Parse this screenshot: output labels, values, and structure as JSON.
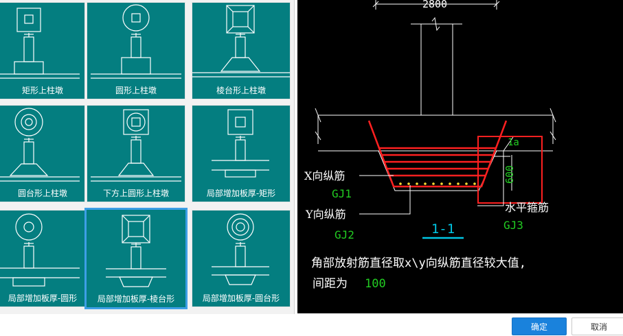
{
  "gallery": {
    "tiles": [
      {
        "label": "矩形上柱墩",
        "shape": "rect-column-cap"
      },
      {
        "label": "圆形上柱墩",
        "shape": "circle-column-cap"
      },
      {
        "label": "棱台形上柱墩",
        "shape": "frustum-column-cap"
      },
      {
        "label": "圆台形上柱墩",
        "shape": "cone-frustum-column-cap"
      },
      {
        "label": "下方上圆形上柱墩",
        "shape": "square-bottom-round-top-cap"
      },
      {
        "label": "局部增加板厚-矩形",
        "shape": "local-thickening-rect"
      },
      {
        "label": "局部增加板厚-圆形",
        "shape": "local-thickening-circle"
      },
      {
        "label": "局部增加板厚-棱台形",
        "shape": "local-thickening-frustum"
      },
      {
        "label": "局部增加板厚-圆台形",
        "shape": "local-thickening-cone-frustum"
      }
    ],
    "selected_index": 7
  },
  "preview": {
    "top_dimension": "2800",
    "x_rebar_label": "X向纵筋",
    "x_rebar_code": "GJ1",
    "y_rebar_label": "Y向纵筋",
    "y_rebar_code": "GJ2",
    "horizontal_rebar_label": "水平箍筋",
    "horizontal_rebar_code": "GJ3",
    "la_label": "1a",
    "depth_dimension": "600",
    "section_label": "1-1",
    "note_line1": "角部放射筋直径取x\\y向纵筋直径较大值,",
    "note_line2_prefix": "间距为",
    "note_line2_value": "100"
  },
  "buttons": {
    "ok": "确定",
    "cancel": "取消"
  },
  "colors": {
    "tile_bg": "#047e80",
    "selected_border": "#3d9fe6",
    "rebar_red": "#ff2020",
    "code_green": "#22cc22",
    "section_cyan": "#00c8e6"
  }
}
